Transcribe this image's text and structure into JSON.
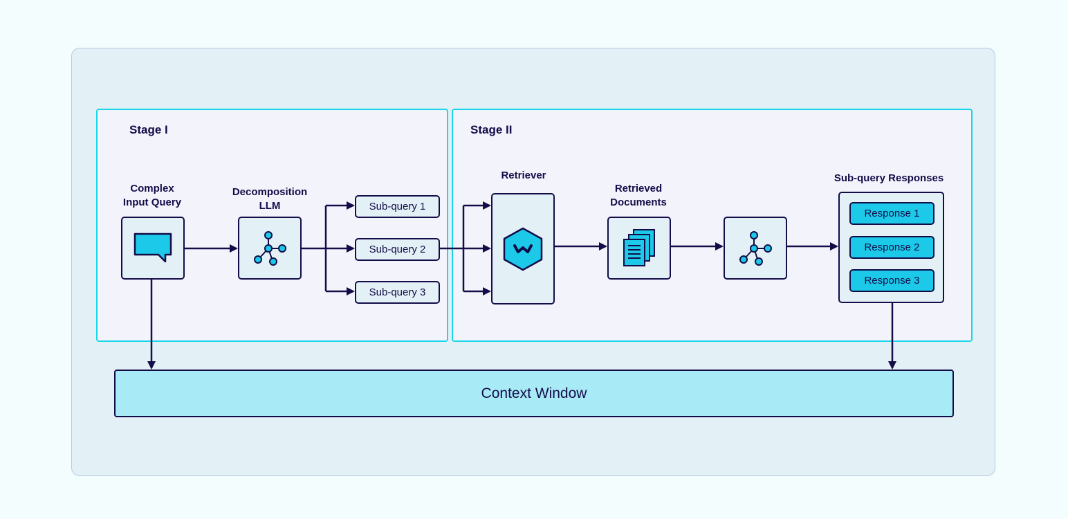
{
  "stages": {
    "stage1": "Stage I",
    "stage2": "Stage II"
  },
  "nodes": {
    "input_query": "Complex\nInput Query",
    "decomposition_llm": "Decomposition\nLLM",
    "retriever": "Retriever",
    "retrieved_documents": "Retrieved\nDocuments",
    "subquery_responses": "Sub-query Responses"
  },
  "subqueries": [
    "Sub-query 1",
    "Sub-query 2",
    "Sub-query 3"
  ],
  "responses": [
    "Response 1",
    "Response 2",
    "Response 3"
  ],
  "context_window": "Context Window",
  "icons": {
    "input_query": "chat-bubble-icon",
    "llm": "network-icon",
    "retriever": "hexagon-logo-icon",
    "documents": "documents-icon",
    "llm2": "network-icon"
  },
  "colors": {
    "accent": "#1ad6e8",
    "ink": "#130c49",
    "fill_cyan": "#1cc9e8",
    "context_fill": "#a8eaf6"
  }
}
